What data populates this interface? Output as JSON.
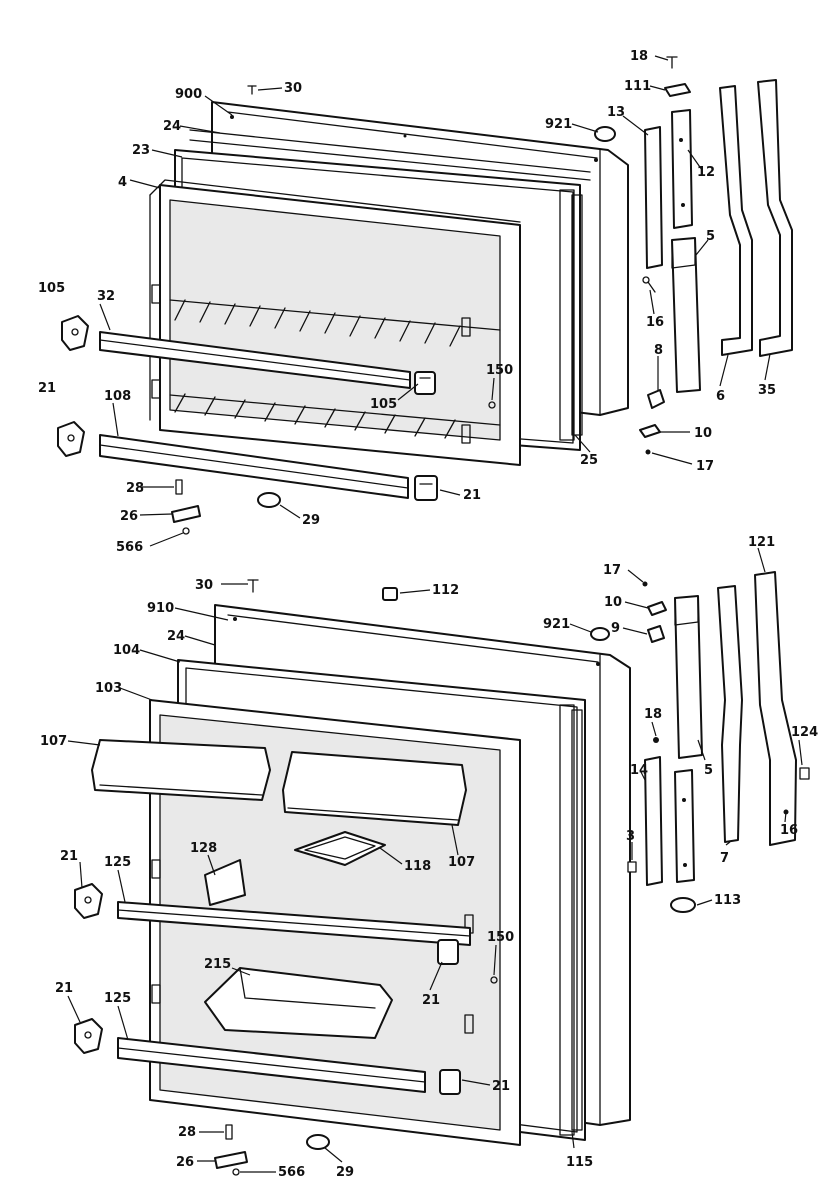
{
  "labels": {
    "upper": {
      "l18": "18",
      "l111": "111",
      "l30": "30",
      "l900": "900",
      "l13": "13",
      "l921": "921",
      "l12": "12",
      "l24": "24",
      "l23": "23",
      "l4": "4",
      "l5": "5",
      "l105a": "105",
      "l32": "32",
      "l16": "16",
      "l150": "150",
      "l105b": "105",
      "l8": "8",
      "l6": "6",
      "l35": "35",
      "l21a": "21",
      "l108": "108",
      "l10": "10",
      "l25": "25",
      "l17": "17",
      "l28": "28",
      "l21b": "21",
      "l26": "26",
      "l29": "29",
      "l566": "566"
    },
    "lower": {
      "l17": "17",
      "l121": "121",
      "l30": "30",
      "l112": "112",
      "l10": "10",
      "l910": "910",
      "l921": "921",
      "l9": "9",
      "l24": "24",
      "l104": "104",
      "l103": "103",
      "l18": "18",
      "l107a": "107",
      "l124": "124",
      "l5": "5",
      "l14": "14",
      "l16": "16",
      "l128": "128",
      "l118": "118",
      "l107b": "107",
      "l3": "3",
      "l7": "7",
      "l21a": "21",
      "l125a": "125",
      "l113": "113",
      "l150": "150",
      "l215": "215",
      "l21b": "21",
      "l21c": "21",
      "l125b": "125",
      "l21d": "21",
      "l28": "28",
      "l26": "26",
      "l566": "566",
      "l29": "29",
      "l115": "115"
    }
  }
}
